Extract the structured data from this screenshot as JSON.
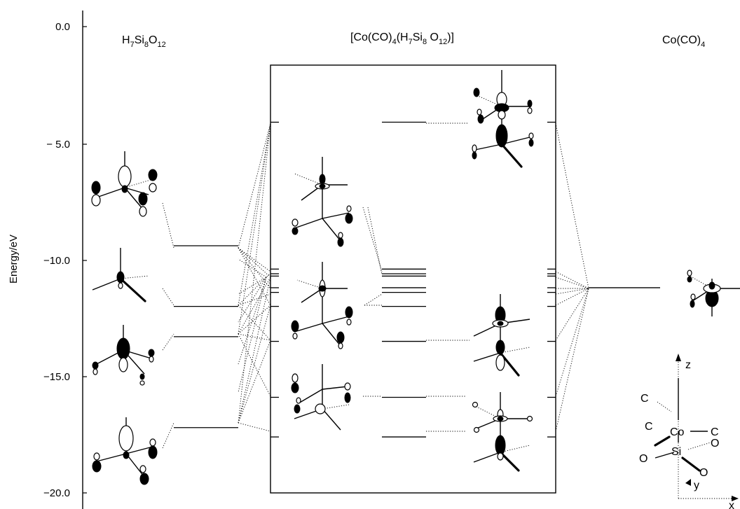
{
  "axis": {
    "title": "Energy/eV",
    "ticks": [
      "0.0",
      "− 5.0",
      "−10.0",
      "−15.0",
      "−20.0"
    ]
  },
  "columns": {
    "left": {
      "main": "H",
      "s1": "7",
      "m1": "Si",
      "s2": "8",
      "m2": "O",
      "s3": "12"
    },
    "middle": {
      "main": "[Co(CO)",
      "s1": "4",
      "m1": "(H",
      "s2": "7",
      "m2": "Si",
      "s3": "8",
      "m3": " O",
      "s4": "12",
      "m4": ")]"
    },
    "right": {
      "main": "Co(CO)",
      "s1": "4"
    }
  },
  "coord_inset": {
    "z": "z",
    "x": "x",
    "y": "y",
    "co": "Co",
    "si": "Si",
    "c1": "C",
    "c2": "C",
    "c3": "C",
    "o1": "O",
    "o2": "O",
    "o3": "O"
  },
  "energy_levels": {
    "fragment_left": [
      -9.4,
      -12.0,
      -13.3,
      -17.2
    ],
    "complex": [
      -4.1,
      -10.4,
      -10.6,
      -10.7,
      -11.2,
      -11.4,
      -12.0,
      -13.5,
      -15.9,
      -17.6
    ],
    "fragment_right": [
      -11.2
    ]
  }
}
